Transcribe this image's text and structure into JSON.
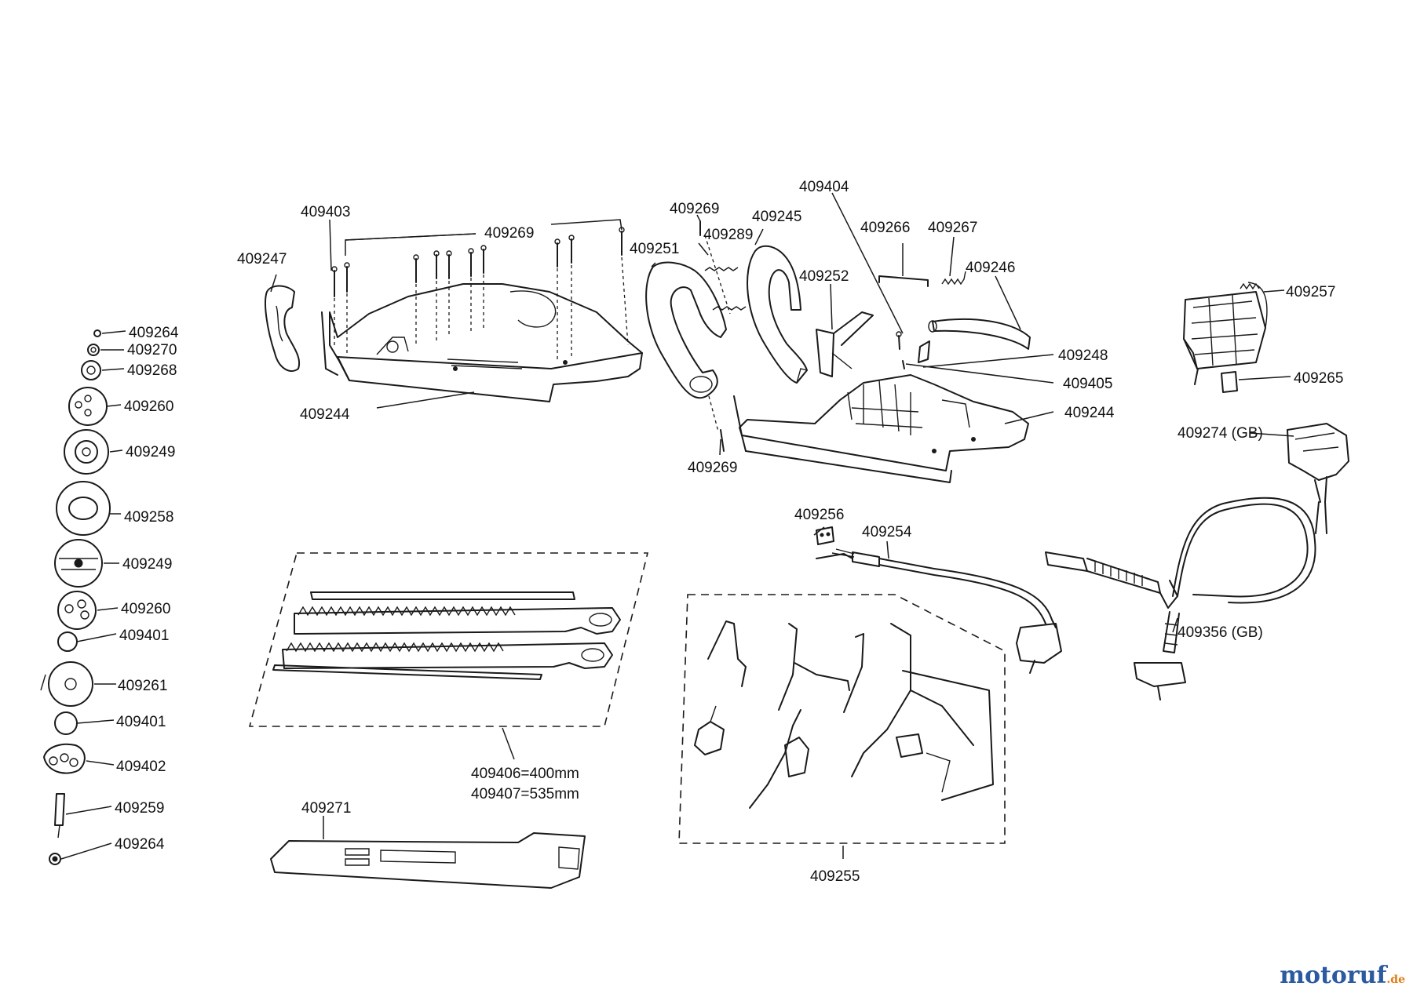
{
  "labels": {
    "l409403": "409403",
    "l409269a": "409269",
    "l409247": "409247",
    "l409244a": "409244",
    "l409269b": "409269",
    "l409251": "409251",
    "l409289": "409289",
    "l409245": "409245",
    "l409404": "409404",
    "l409266": "409266",
    "l409267": "409267",
    "l409246": "409246",
    "l409252": "409252",
    "l409248": "409248",
    "l409405": "409405",
    "l409244b": "409244",
    "l409269c": "409269",
    "l409257": "409257",
    "l409265": "409265",
    "l409274": "409274 (GB)",
    "l409264a": "409264",
    "l409270": "409270",
    "l409268": "409268",
    "l409260a": "409260",
    "l409249a": "409249",
    "l409258": "409258",
    "l409249b": "409249",
    "l409260b": "409260",
    "l409401a": "409401",
    "l409261": "409261",
    "l409401b": "409401",
    "l409402": "409402",
    "l409259": "409259",
    "l409264b": "409264",
    "l409256": "409256",
    "l409254": "409254",
    "l409356": "409356 (GB)",
    "l409406": "409406=400mm",
    "l409407": "409407=535mm",
    "l409271": "409271",
    "l409255": "409255"
  },
  "watermark": {
    "brand": "motoruf",
    "tld": ".de",
    "colors": {
      "main": "#2b5aa0",
      "tld": "#e07a14"
    }
  }
}
